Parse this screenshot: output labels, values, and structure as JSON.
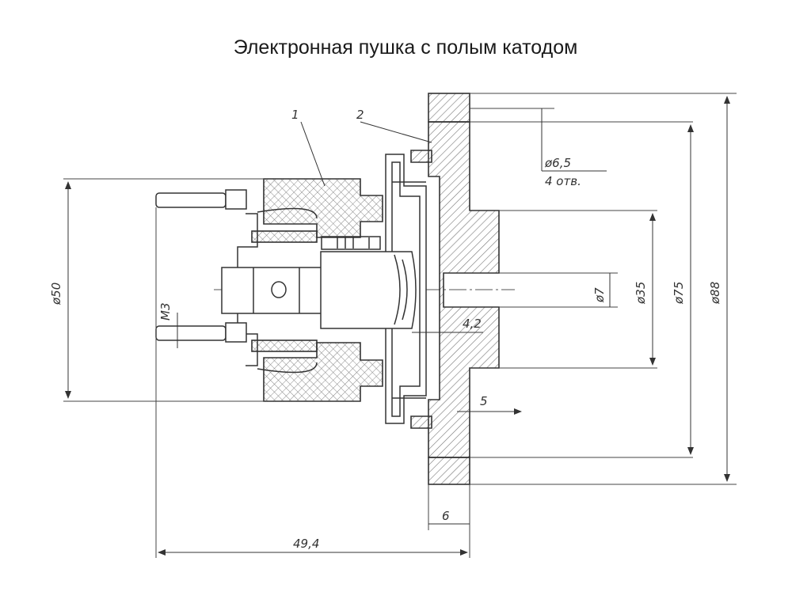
{
  "title": "Электронная пушка с полым катодом",
  "callouts": {
    "part_1": "1",
    "part_2": "2"
  },
  "dimensions": {
    "hole_diameter": "ø6,5",
    "hole_count": "4 отв.",
    "thread": "М3",
    "d50": "ø50",
    "d7": "ø7",
    "d35": "ø35",
    "d75": "ø75",
    "d88": "ø88",
    "gap_4_2": "4,2",
    "gap_5": "5",
    "flange_6": "6",
    "length_49_4": "49,4"
  },
  "colors": {
    "line": "#333333",
    "hatch": "#7a7a7a",
    "background": "#ffffff"
  }
}
